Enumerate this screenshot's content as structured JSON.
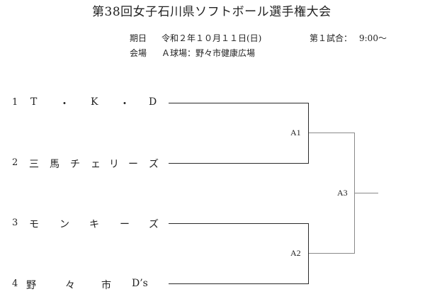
{
  "title": "第38回女子石川県ソフトボール選手権大会",
  "info": {
    "date_label": "期日",
    "date_value": "令和２年１０月１１日(日)",
    "first_game_label": "第１試合：",
    "first_game_time": "9:00～",
    "venue_label": "会場",
    "venue_value": "Ａ球場：野々市健康広場"
  },
  "teams": [
    {
      "seed": "1",
      "chars": [
        "T",
        "・",
        "K",
        "・",
        "D"
      ]
    },
    {
      "seed": "2",
      "chars": [
        "三",
        "馬",
        "チ",
        "ェ",
        "リ",
        "ー",
        "ズ"
      ]
    },
    {
      "seed": "3",
      "chars": [
        "モ",
        "ン",
        "キ",
        "ー",
        "ズ"
      ]
    },
    {
      "seed": "4",
      "chars": [
        "野",
        "々",
        "市",
        "D’s"
      ]
    }
  ],
  "matches": {
    "a1": "A1",
    "a2": "A2",
    "a3": "A3"
  }
}
